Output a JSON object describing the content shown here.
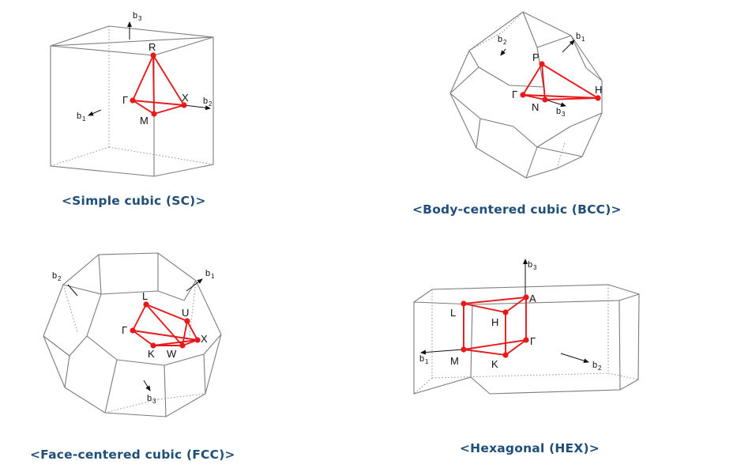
{
  "panels": {
    "sc": {
      "caption": "<Simple cubic (SC)>",
      "points": {
        "R": "R",
        "X": "X",
        "Gamma": "Γ",
        "M": "M"
      },
      "vectors": {
        "b1": "b",
        "b1_sub": "1",
        "b2": "b",
        "b2_sub": "2",
        "b3": "b",
        "b3_sub": "3"
      }
    },
    "bcc": {
      "caption": "<Body-centered cubic (BCC)>",
      "points": {
        "P": "P",
        "H": "H",
        "Gamma": "Γ",
        "N": "N"
      },
      "vectors": {
        "b1": "b",
        "b1_sub": "1",
        "b2": "b",
        "b2_sub": "2",
        "b3": "b",
        "b3_sub": "3"
      }
    },
    "fcc": {
      "caption": "<Face-centered cubic (FCC)>",
      "points": {
        "L": "L",
        "U": "U",
        "X": "X",
        "Gamma": "Γ",
        "K": "K",
        "W": "W"
      },
      "vectors": {
        "b1": "b",
        "b1_sub": "1",
        "b2": "b",
        "b2_sub": "2",
        "b3": "b",
        "b3_sub": "3"
      }
    },
    "hex": {
      "caption": "<Hexagonal (HEX)>",
      "points": {
        "A": "A",
        "L": "L",
        "H": "H",
        "Gamma": "Γ",
        "M": "M",
        "K": "K"
      },
      "vectors": {
        "b1": "b",
        "b1_sub": "1",
        "b2": "b",
        "b2_sub": "2",
        "b3": "b",
        "b3_sub": "3"
      }
    }
  },
  "colors": {
    "path": "#e8191b",
    "edge": "#7c7c7c",
    "caption": "#1f4e79"
  }
}
